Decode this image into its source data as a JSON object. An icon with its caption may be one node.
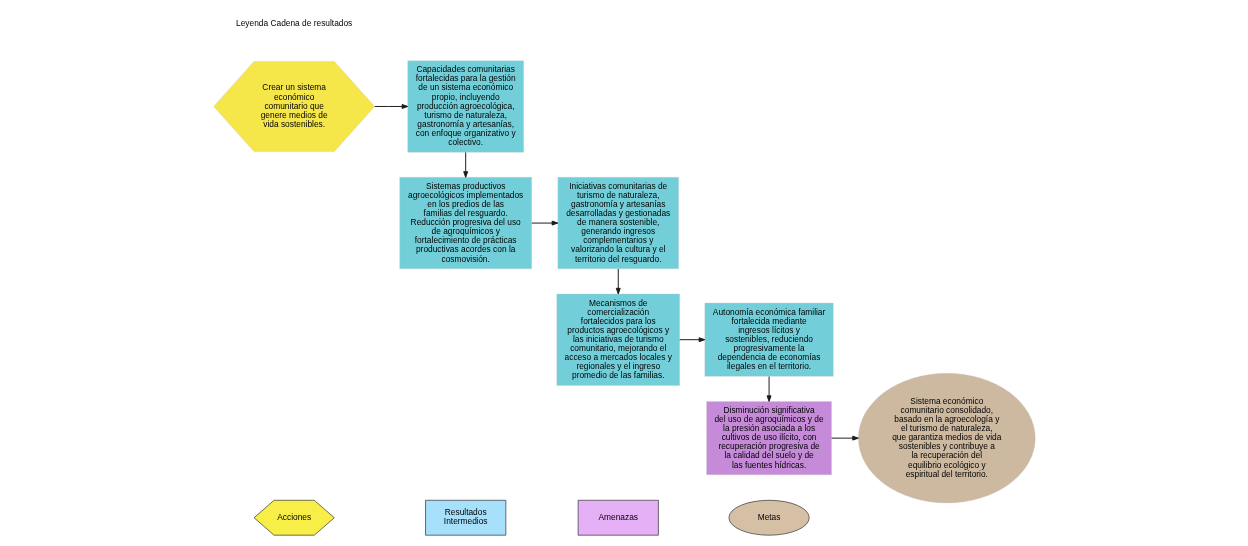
{
  "diagram": {
    "nodes": [
      {
        "text": [
          "Crear un sistema económico comunitario que genere medios de vida sostenibles."
        ]
      },
      {
        "text": [
          "Capacidades comunitarias fortalecidas para la gestión de un sistema económico propio, incluyendo producción agroecológica, turismo de naturaleza, gastronomía y artesanías, con enfoque organizativo y colectivo."
        ]
      },
      {
        "text": [
          "Sistemas productivos agroecológicos implementados en los predios de las familias del resguardo. Reducción progresiva del uso de agroquímicos y fortalecimiento de prácticas productivas acordes con la cosmovisión."
        ]
      },
      {
        "text": [
          "Iniciativas comunitarias de turismo de naturaleza, gastronomía y artesanías desarrolladas y gestionadas de manera sostenible, generando ingresos complementarios y valorizando la cultura y el territorio del resguardo."
        ]
      },
      {
        "text": [
          "Mecanismos de comercialización fortalecidos para los productos agroecológicos y las iniciativas de turismo comunitario, mejorando el acceso a mercados locales y regionales y el ingreso promedio de las familias."
        ]
      },
      {
        "text": [
          "Autonomía económica familiar fortalecida mediante ingresos lícitos y sostenibles, reduciendo progresivamente la dependencia de economías ilegales en el territorio."
        ]
      },
      {
        "text": [
          "Disminución significativa del uso de agroquímicos y de la presión asociada a los cultivos de uso ilícito, con recuperación progresiva de la calidad del suelo y de las fuentes hídricas."
        ]
      },
      {
        "text": [
          "Sistema económico comunitario consolidado, basado en la agroecología y el turismo de naturaleza, que garantiza medios de vida sostenibles y contribuye a la recuperación del equilibrio ecológico y espiritual del territorio."
        ]
      }
    ],
    "edges": [
      {
        "from": 0,
        "to": 1,
        "arrow": "to"
      },
      {
        "from": 1,
        "to": 2,
        "arrow": "to"
      },
      {
        "from": 2,
        "to": 3,
        "arrow": "to"
      },
      {
        "from": 3,
        "to": 4,
        "arrow": "to"
      },
      {
        "from": 4,
        "to": 5,
        "arrow": "to"
      },
      {
        "from": 5,
        "to": 6,
        "arrow": "to"
      },
      {
        "from": 6,
        "to": 7,
        "arrow": "to"
      }
    ],
    "labels": [
      "Leyenda Cadena de resultados"
    ],
    "legend": [
      {
        "text": "Acciones",
        "color": "#f7ee48"
      },
      {
        "text": "Resultados Intermedios",
        "color": "#a6e0fb"
      },
      {
        "text": "Amenazas",
        "color": "#e6b0f7"
      },
      {
        "text": "Metas",
        "color": "#d5bfa5"
      }
    ]
  }
}
